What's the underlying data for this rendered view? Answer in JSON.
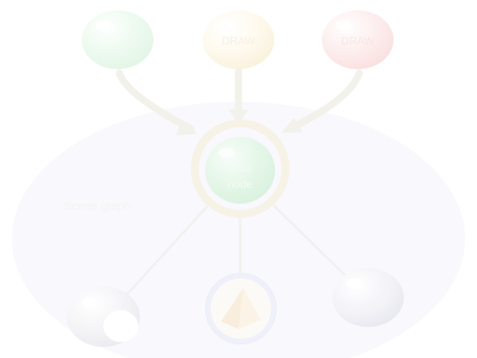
{
  "top_nodes": [
    {
      "label": "",
      "color": "#f0fbf1",
      "shadow": "#e2f7e5"
    },
    {
      "label": "DRAW",
      "color": "#fefaf0",
      "shadow": "#fbf2da"
    },
    {
      "label": "DRAW",
      "color": "#fdefef",
      "shadow": "#fbe0e0"
    }
  ],
  "root_node": {
    "label_line1": "Root",
    "label_line2": "node",
    "color": "#e9f8ec",
    "ring": "#f7f1e4"
  },
  "scene_graph_label": "Scene graph",
  "colors": {
    "background": "#ffffff",
    "ellipse": "#f8f8fd",
    "arrow": "#f3f2ec",
    "connector": "#f1f3f0",
    "text": "#f7f7f2"
  }
}
